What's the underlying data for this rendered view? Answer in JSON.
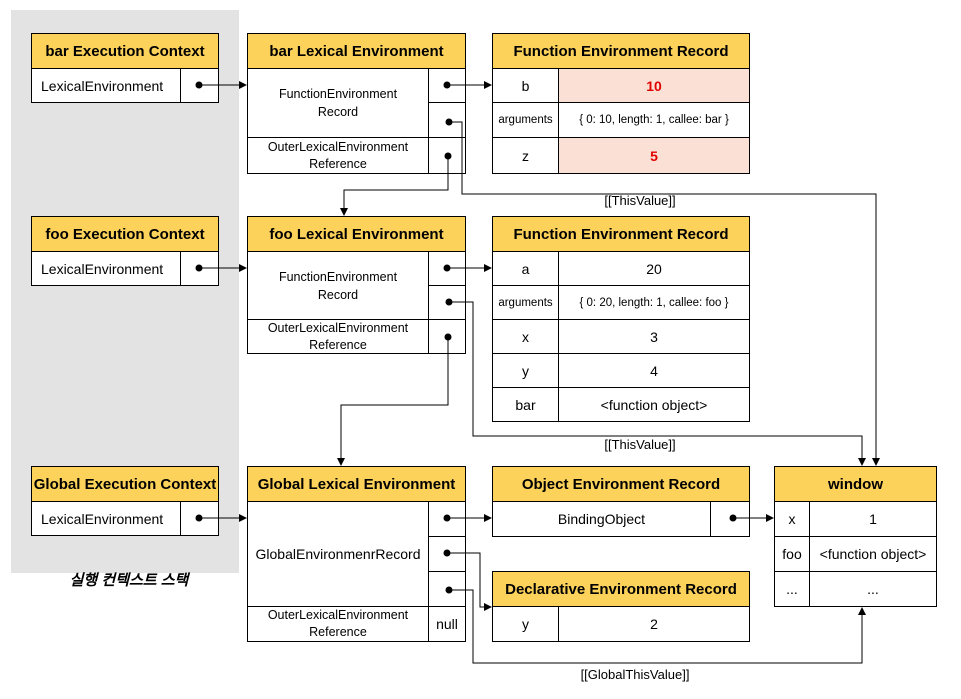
{
  "stack_caption": "실행 컨텍스트 스택",
  "contexts": {
    "bar": {
      "title": "bar Execution Context",
      "field": "LexicalEnvironment"
    },
    "foo": {
      "title": "foo Execution Context",
      "field": "LexicalEnvironment"
    },
    "global": {
      "title": "Global Execution Context",
      "field": "LexicalEnvironment"
    }
  },
  "lexical_envs": {
    "bar": {
      "title": "bar Lexical Environment",
      "record": "FunctionEnvironment Record",
      "outer": "OuterLexicalEnvironment Reference"
    },
    "foo": {
      "title": "foo Lexical Environment",
      "record": "FunctionEnvironment Record",
      "outer": "OuterLexicalEnvironment Reference"
    },
    "global": {
      "title": "Global Lexical Environment",
      "record": "GlobalEnvironmenrRecord",
      "outer": "OuterLexicalEnvironment Reference",
      "outer_value": "null"
    }
  },
  "bar_record": {
    "title": "Function Environment Record",
    "rows": [
      {
        "key": "b",
        "value": "10"
      },
      {
        "key": "arguments",
        "value": "{ 0: 10, length: 1, callee: bar }"
      },
      {
        "key": "z",
        "value": "5"
      }
    ]
  },
  "foo_record": {
    "title": "Function Environment Record",
    "rows": [
      {
        "key": "a",
        "value": "20"
      },
      {
        "key": "arguments",
        "value": "{ 0: 20, length: 1, callee: foo }"
      },
      {
        "key": "x",
        "value": "3"
      },
      {
        "key": "y",
        "value": "4"
      },
      {
        "key": "bar",
        "value": "<function object>"
      }
    ]
  },
  "object_record": {
    "title": "Object Environment Record",
    "field": "BindingObject"
  },
  "declarative_record": {
    "title": "Declarative Environment Record",
    "rows": [
      {
        "key": "y",
        "value": "2"
      }
    ]
  },
  "window": {
    "title": "window",
    "rows": [
      {
        "key": "x",
        "value": "1"
      },
      {
        "key": "foo",
        "value": "<function object>"
      },
      {
        "key": "...",
        "value": "..."
      }
    ]
  },
  "edge_labels": {
    "bar_this": "[[ThisValue]]",
    "foo_this": "[[ThisValue]]",
    "global_this": "[[GlobalThisValue]]"
  },
  "colors": {
    "header": "#fcd25a",
    "highlight_bg": "#fbe0d6",
    "highlight_text": "#e00000",
    "stack_bg": "#e3e3e3"
  }
}
